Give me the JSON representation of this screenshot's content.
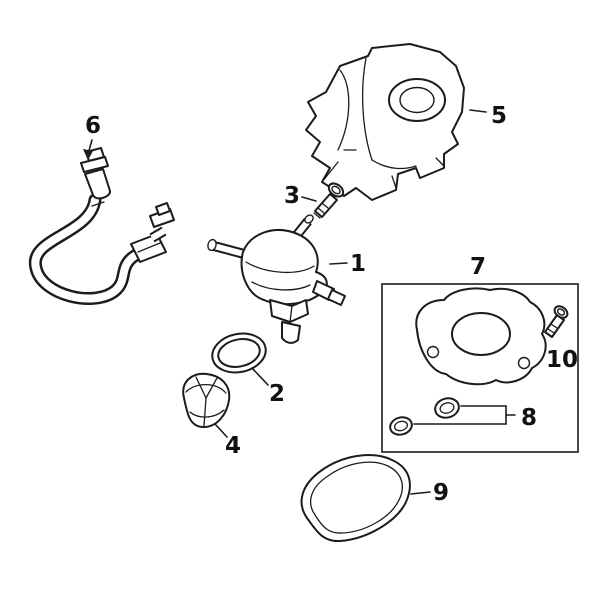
{
  "canvas": {
    "width": "600",
    "height": "600",
    "background": "#ffffff",
    "line_color": "#1c1c1c"
  },
  "callouts": [
    {
      "number": "1",
      "part": "fuel-pump-assembly"
    },
    {
      "number": "2",
      "part": "pump-o-ring"
    },
    {
      "number": "3",
      "part": "pump-mounting-bolt"
    },
    {
      "number": "4",
      "part": "roller-tappet"
    },
    {
      "number": "5",
      "part": "pump-cover-bracket"
    },
    {
      "number": "6",
      "part": "fuel-feed-hose"
    },
    {
      "number": "7",
      "part": "seal-kit-box"
    },
    {
      "number": "8",
      "part": "seal-rings"
    },
    {
      "number": "9",
      "part": "cover-gasket"
    },
    {
      "number": "10",
      "part": "kit-mounting-bolt"
    }
  ]
}
